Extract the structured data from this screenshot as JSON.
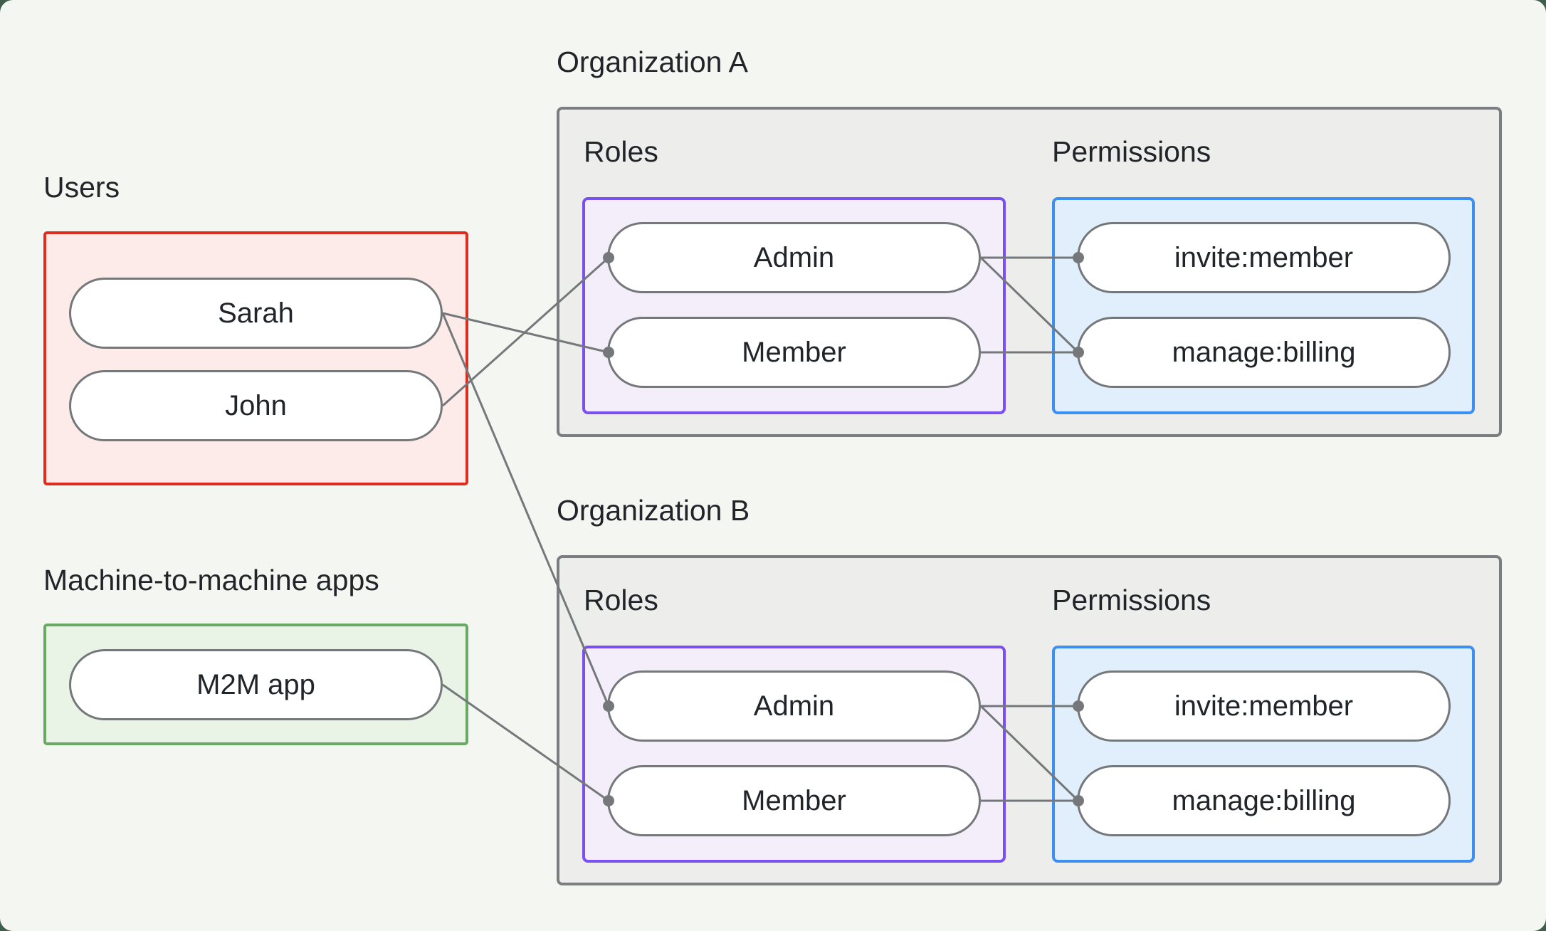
{
  "diagram": {
    "background_color": "#f4f6f2",
    "page_frame_color": "#3f5f4c",
    "edge_color": "#75787b",
    "edge_width": 3,
    "edge_dot_radius": 8
  },
  "users_group": {
    "label": "Users",
    "accent_color": "#de2c1e",
    "fill_color": "#fcebe8",
    "items": [
      {
        "id": "sarah",
        "label": "Sarah"
      },
      {
        "id": "john",
        "label": "John"
      }
    ]
  },
  "m2m_group": {
    "label": "Machine-to-machine apps",
    "accent_color": "#69a963",
    "fill_color": "#e9f3e6",
    "items": [
      {
        "id": "m2m-app",
        "label": "M2M app"
      }
    ]
  },
  "organizations": [
    {
      "title": "Organization A",
      "roles_label": "Roles",
      "permissions_label": "Permissions",
      "roles_accent_color": "#7b50f0",
      "roles_fill_color": "#f4eefb",
      "permissions_accent_color": "#3e8ff2",
      "permissions_fill_color": "#e0effb",
      "roles": [
        {
          "id": "org-a-admin",
          "label": "Admin"
        },
        {
          "id": "org-a-member",
          "label": "Member"
        }
      ],
      "permissions": [
        {
          "id": "org-a-invite",
          "label": "invite:member"
        },
        {
          "id": "org-a-billing",
          "label": "manage:billing"
        }
      ]
    },
    {
      "title": "Organization B",
      "roles_label": "Roles",
      "permissions_label": "Permissions",
      "roles_accent_color": "#7b50f0",
      "roles_fill_color": "#f4eefb",
      "permissions_accent_color": "#3e8ff2",
      "permissions_fill_color": "#e0effb",
      "roles": [
        {
          "id": "org-b-admin",
          "label": "Admin"
        },
        {
          "id": "org-b-member",
          "label": "Member"
        }
      ],
      "permissions": [
        {
          "id": "org-b-invite",
          "label": "invite:member"
        },
        {
          "id": "org-b-billing",
          "label": "manage:billing"
        }
      ]
    }
  ],
  "edges": [
    {
      "from": "sarah",
      "to": "org-a-member"
    },
    {
      "from": "john",
      "to": "org-a-admin"
    },
    {
      "from": "sarah",
      "to": "org-b-admin"
    },
    {
      "from": "m2m-app",
      "to": "org-b-member"
    },
    {
      "from": "org-a-admin",
      "to": "org-a-invite"
    },
    {
      "from": "org-a-admin",
      "to": "org-a-billing"
    },
    {
      "from": "org-a-member",
      "to": "org-a-billing"
    },
    {
      "from": "org-b-admin",
      "to": "org-b-invite"
    },
    {
      "from": "org-b-admin",
      "to": "org-b-billing"
    },
    {
      "from": "org-b-member",
      "to": "org-b-billing"
    }
  ]
}
